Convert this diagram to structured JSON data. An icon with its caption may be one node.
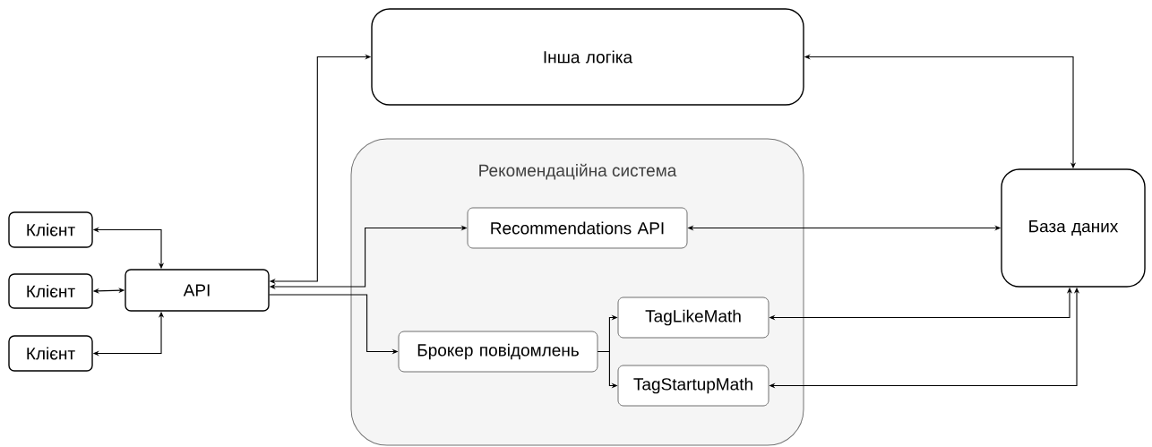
{
  "diagram": {
    "nodes": [
      {
        "text": [
          "Клієнт"
        ]
      },
      {
        "text": [
          "Клієнт"
        ]
      },
      {
        "text": [
          "Клієнт"
        ]
      },
      {
        "text": [
          "API"
        ]
      },
      {
        "text": [
          "Інша логіка"
        ]
      },
      {
        "text": [
          "Рекомендаційна система"
        ]
      },
      {
        "text": [
          "Recommendations API"
        ],
        "in": 5
      },
      {
        "text": [
          "Брокер повідомлень"
        ],
        "in": 5
      },
      {
        "text": [
          "TagLikeMath"
        ],
        "in": 5
      },
      {
        "text": [
          "TagStartupMath"
        ],
        "in": 5
      },
      {
        "text": [
          "База даних"
        ]
      }
    ],
    "edges": [
      {
        "from": 0,
        "to": 3,
        "arrow": "both"
      },
      {
        "from": 1,
        "to": 3,
        "arrow": "both"
      },
      {
        "from": 2,
        "to": 3,
        "arrow": "both"
      },
      {
        "from": 3,
        "to": 4,
        "arrow": "both"
      },
      {
        "from": 3,
        "to": 6,
        "arrow": "both"
      },
      {
        "from": 3,
        "to": 7,
        "arrow": "to"
      },
      {
        "from": 7,
        "to": 8,
        "arrow": "to"
      },
      {
        "from": 7,
        "to": 9,
        "arrow": "to"
      },
      {
        "from": 4,
        "to": 10,
        "arrow": "both"
      },
      {
        "from": 6,
        "to": 10,
        "arrow": "both"
      },
      {
        "from": 8,
        "to": 10,
        "arrow": "both"
      },
      {
        "from": 9,
        "to": 10,
        "arrow": "both"
      }
    ]
  }
}
